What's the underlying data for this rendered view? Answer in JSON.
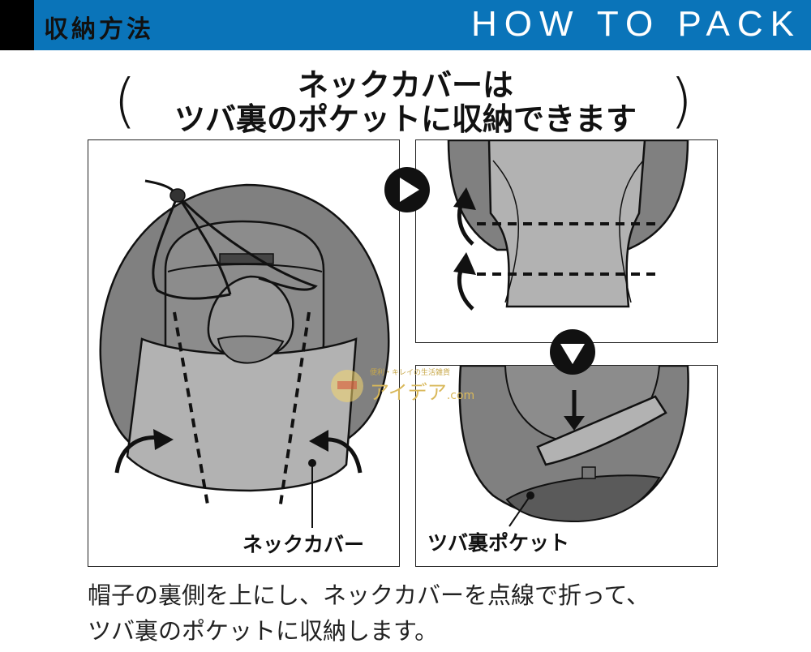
{
  "header": {
    "title_jp": "収納方法",
    "title_en": "HOW TO PACK",
    "accent_color": "#0a74b9"
  },
  "headline": {
    "line1": "ネックカバーは",
    "line2": "ツバ裏のポケットに収納できます",
    "paren_open": "(",
    "paren_close": ")"
  },
  "panels": {
    "left_label": "ネックカバー",
    "bottom_right_label": "ツバ裏ポケット"
  },
  "icons": {
    "next": "play-circle-icon",
    "down": "down-circle-icon"
  },
  "watermark": {
    "small": "便利・キレイの生活雑貨",
    "main": "アイデア",
    "suffix": ".com"
  },
  "caption": {
    "line1": "帽子の裏側を上にし、ネックカバーを点線で折って、",
    "line2": "ツバ裏のポケットに収納します。"
  }
}
